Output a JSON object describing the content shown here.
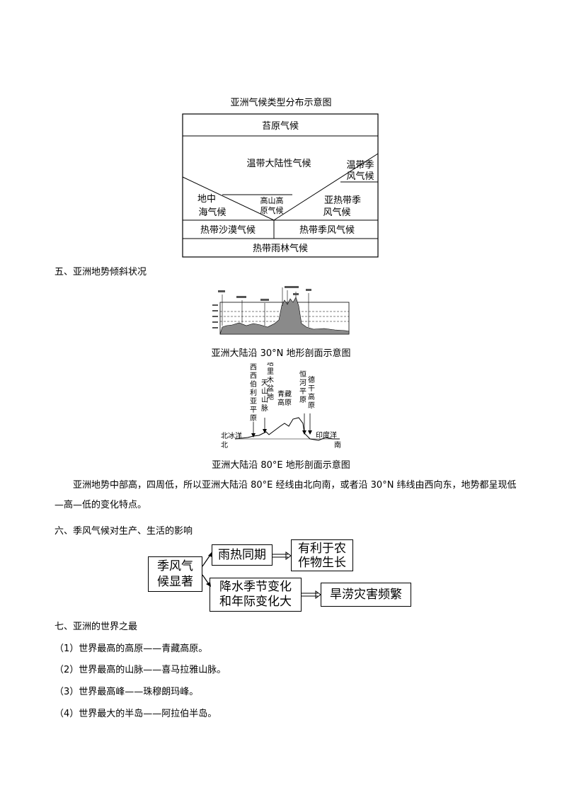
{
  "climate_diagram": {
    "title": "亚洲气候类型分布示意图",
    "tundra": "苔原气候",
    "temperate_continental": "温带大陆性气候",
    "temperate_monsoon_1": "温带季",
    "temperate_monsoon_2": "风气候",
    "mediterranean_1": "地中",
    "mediterranean_2": "海气候",
    "highland_1": "高山高",
    "highland_2": "原气候",
    "subtropical_monsoon_1": "亚热带季",
    "subtropical_monsoon_2": "风气候",
    "tropical_desert": "热带沙漠气候",
    "tropical_monsoon": "热带季风气候",
    "tropical_rainforest": "热带雨林气候"
  },
  "section5": {
    "heading": "五、亚洲地势倾斜状况",
    "caption_30n": "亚洲大陆沿 30°N 地形剖面示意图",
    "caption_80e": "亚洲大陆沿 80°E 地形剖面示意图",
    "profile_80e_labels": {
      "siberia": "西西伯利亚平原",
      "tarim": "塔里木盆地",
      "tianshan": "天山山脉",
      "qingzang": "青藏高原",
      "ganges": "恒河平原",
      "deccan": "德干高原",
      "arctic": "北冰洋",
      "north": "北",
      "indian": "印度洋",
      "south": "南"
    },
    "paragraph": "亚洲地势中部高，四周低，所以亚洲大陆沿 80°E 经线由北向南，或者沿 30°N 纬线由西向东，地势都呈现低—高—低的变化特点。"
  },
  "section6": {
    "heading": "六、季风气候对生产、生活的影响",
    "flow": {
      "source_1": "季风气",
      "source_2": "候显著",
      "rain_heat": "雨热同期",
      "benefit_1": "有利于农",
      "benefit_2": "作物生长",
      "variation_1": "降水季节变化",
      "variation_2": "和年际变化大",
      "disaster": "旱涝灾害频繁"
    }
  },
  "section7": {
    "heading": "七、亚洲的世界之最",
    "items": [
      "（1）世界最高的高原——青藏高原。",
      "（2）世界最高的山脉——喜马拉雅山脉。",
      "（3）世界最高峰——珠穆朗玛峰。",
      "（4）世界最大的半岛——阿拉伯半岛。"
    ]
  }
}
